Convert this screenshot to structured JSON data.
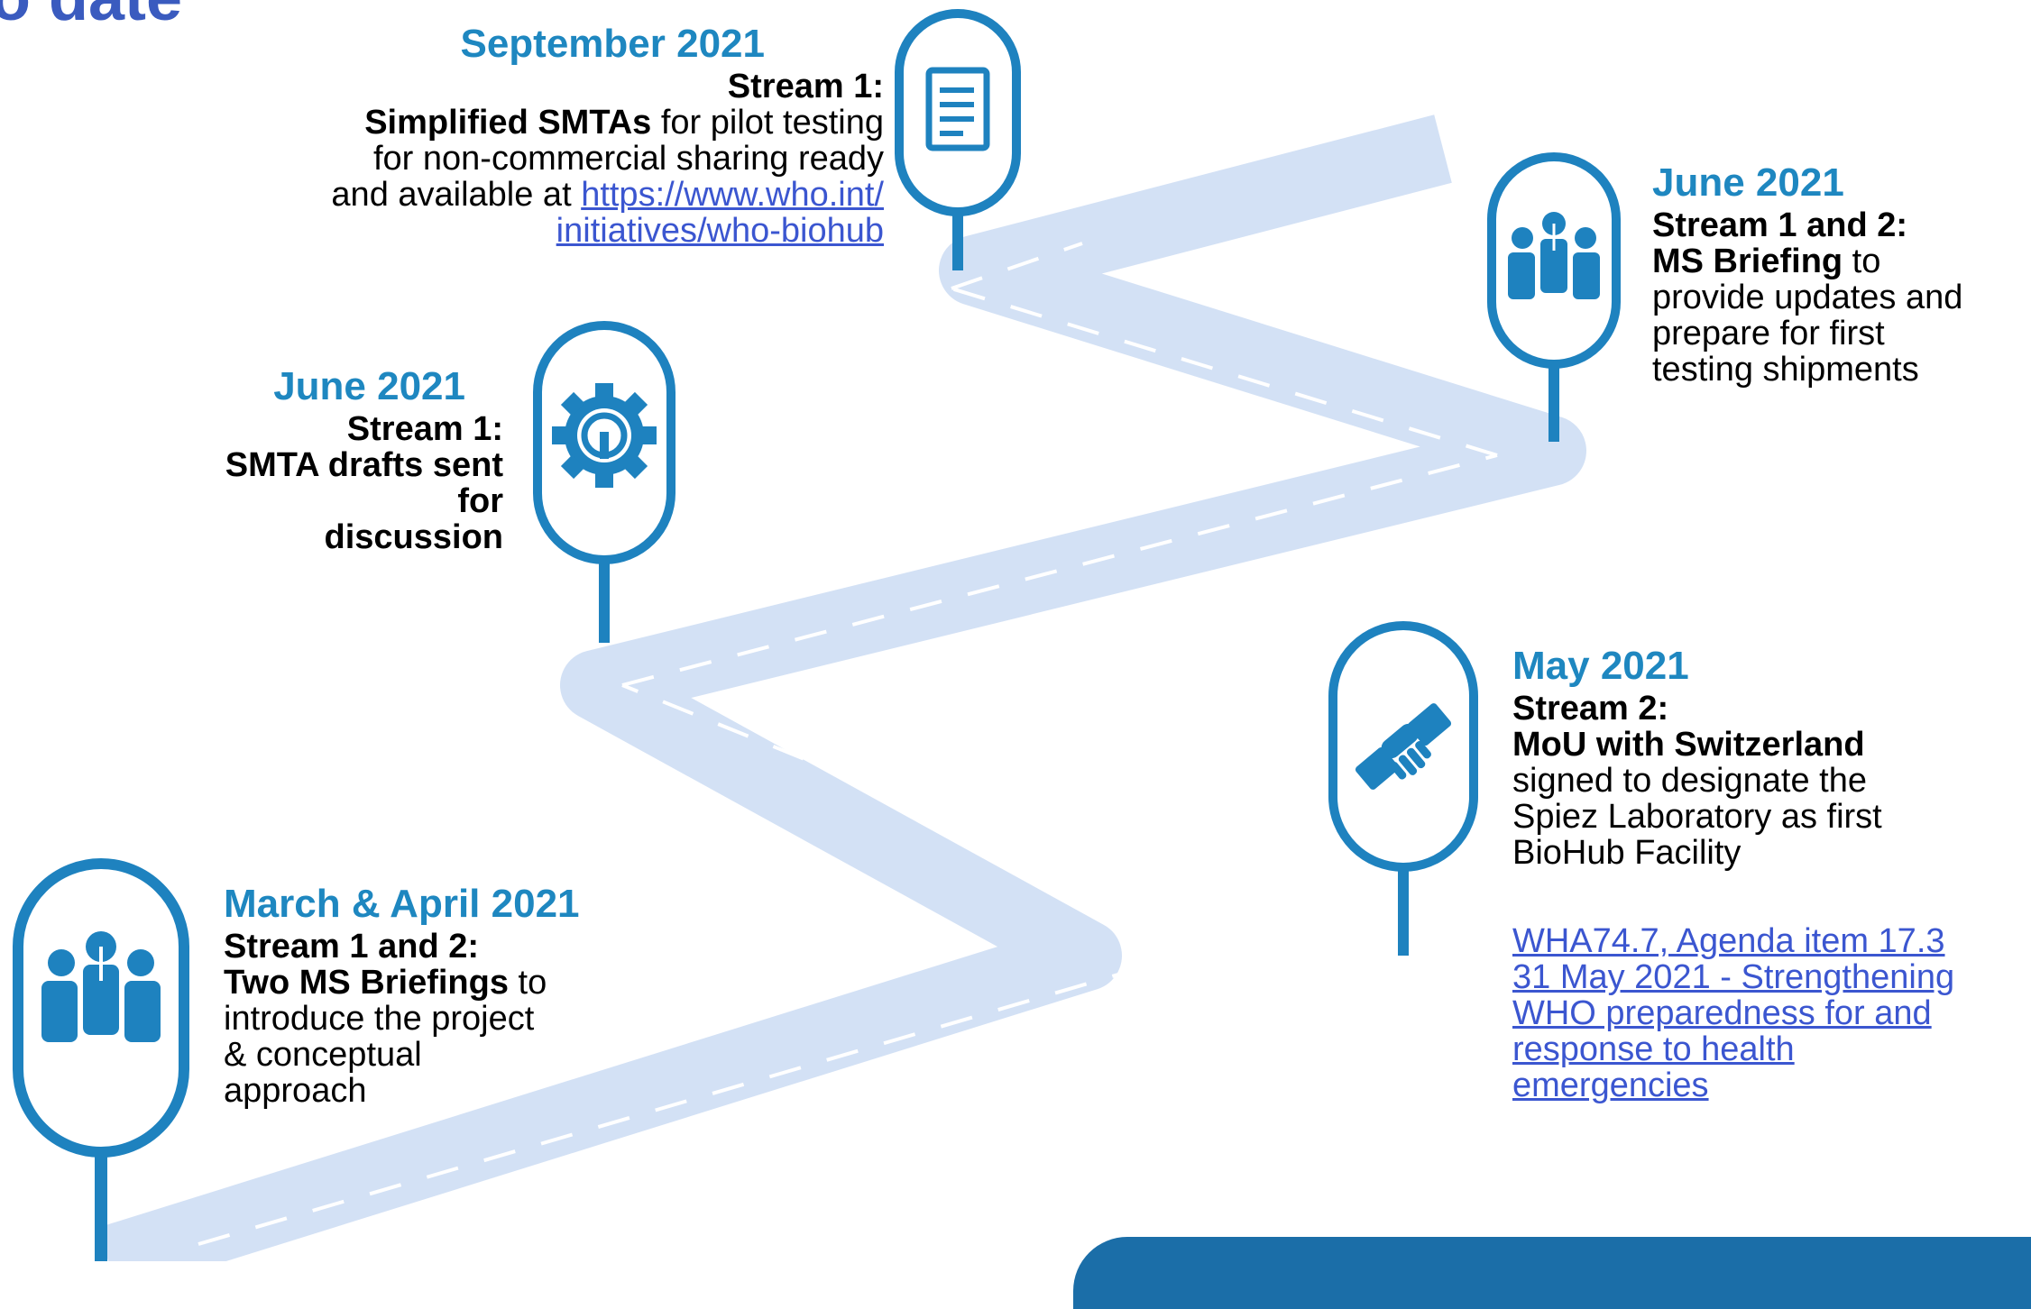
{
  "title": "o date",
  "colors": {
    "accent": "#1e87c0",
    "pin": "#1e82bf",
    "road": "#d3e1f5",
    "road_dash": "#ffffff",
    "link": "#3b56d0"
  },
  "milestones": {
    "sep2021": {
      "date": "September 2021",
      "stream": "Stream 1:",
      "bold": "Simplified SMTAs",
      "rest1": " for pilot testing",
      "line3": "for non-commercial sharing ready",
      "line4_pre": "and available at ",
      "link1": "https://www.who.int/",
      "link2": "initiatives/who-biohub",
      "icon": "document-icon"
    },
    "jun2021_left": {
      "date": "June 2021",
      "stream": "Stream 1:",
      "l2": "SMTA drafts sent",
      "l3": "for",
      "l4": "discussion",
      "icon": "gear-wrench-icon"
    },
    "jun2021_right": {
      "date": "June 2021",
      "stream": "Stream 1 and 2:",
      "bold": "MS Briefing",
      "rest": " to",
      "l3": "provide  updates and",
      "l4": "prepare for  first",
      "l5": "testing shipments",
      "icon": "people-group-icon"
    },
    "may2021": {
      "date": "May 2021",
      "stream": "Stream 2:",
      "bold": "MoU with Switzerland",
      "l3": "signed to  designate the",
      "l4": "Spiez Laboratory as  first",
      "l5": "BioHub Facility",
      "icon": "handshake-icon"
    },
    "marapr2021": {
      "date": "March & April 2021",
      "stream": "Stream 1 and 2:",
      "bold": "Two MS Briefings",
      "rest": " to",
      "l3": "introduce the project",
      "l4": "& conceptual",
      "l5": "approach",
      "icon": "people-group-icon"
    }
  },
  "wha_link": {
    "l1": "WHA74.7, Agenda item 17.3",
    "l2": "31  May 2021 - Strengthening",
    "l3": "WHO  preparedness for and",
    "l4": "response to  health",
    "l5": "emergencies"
  }
}
